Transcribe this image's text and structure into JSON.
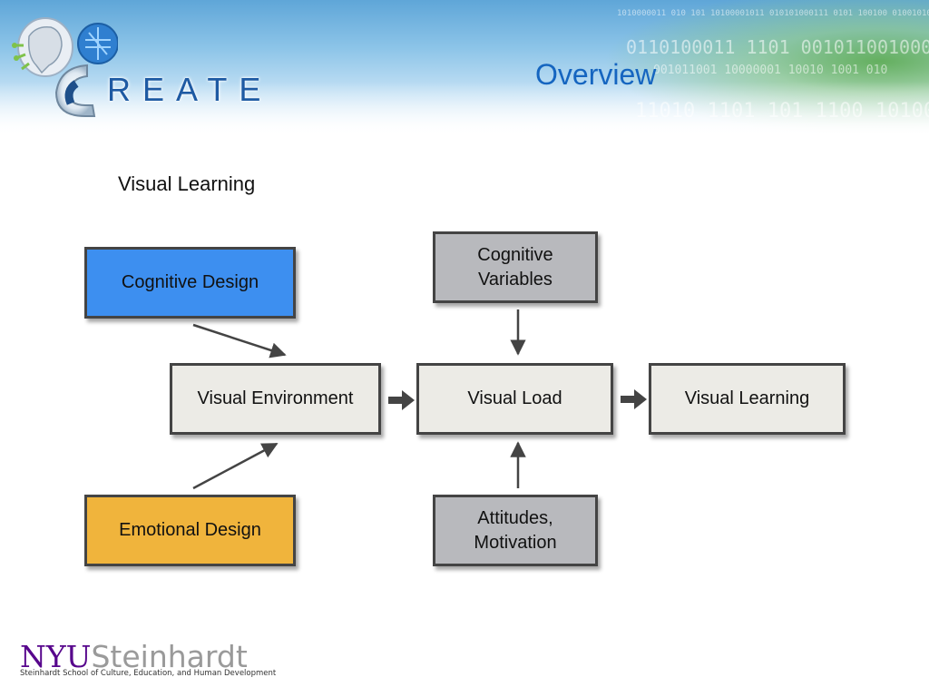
{
  "header": {
    "logo_text": "REATE",
    "slide_title": "Overview"
  },
  "section_heading": "Visual Learning",
  "diagram": {
    "nodes": {
      "cognitive_design": "Cognitive Design",
      "emotional_design": "Emotional Design",
      "visual_environment": "Visual Environment",
      "visual_load": "Visual Load",
      "visual_learning": "Visual Learning",
      "cognitive_variables": "Cognitive\nVariables",
      "attitudes_motivation": "Attitudes,\nMotivation"
    },
    "colors": {
      "cognitive_design": "#3d8ff0",
      "emotional_design": "#f0b43c",
      "process_box": "#ecebe6",
      "moderator_box": "#b8b9bd",
      "arrow": "#444444"
    },
    "edges": [
      {
        "from": "cognitive_design",
        "to": "visual_environment"
      },
      {
        "from": "emotional_design",
        "to": "visual_environment"
      },
      {
        "from": "visual_environment",
        "to": "visual_load"
      },
      {
        "from": "cognitive_variables",
        "to": "visual_load"
      },
      {
        "from": "attitudes_motivation",
        "to": "visual_load"
      },
      {
        "from": "visual_load",
        "to": "visual_learning"
      }
    ]
  },
  "footer": {
    "logo_nyu": "NYU",
    "logo_steinhardt": "Steinhardt",
    "tagline": "Steinhardt School of Culture, Education, and Human Development"
  }
}
